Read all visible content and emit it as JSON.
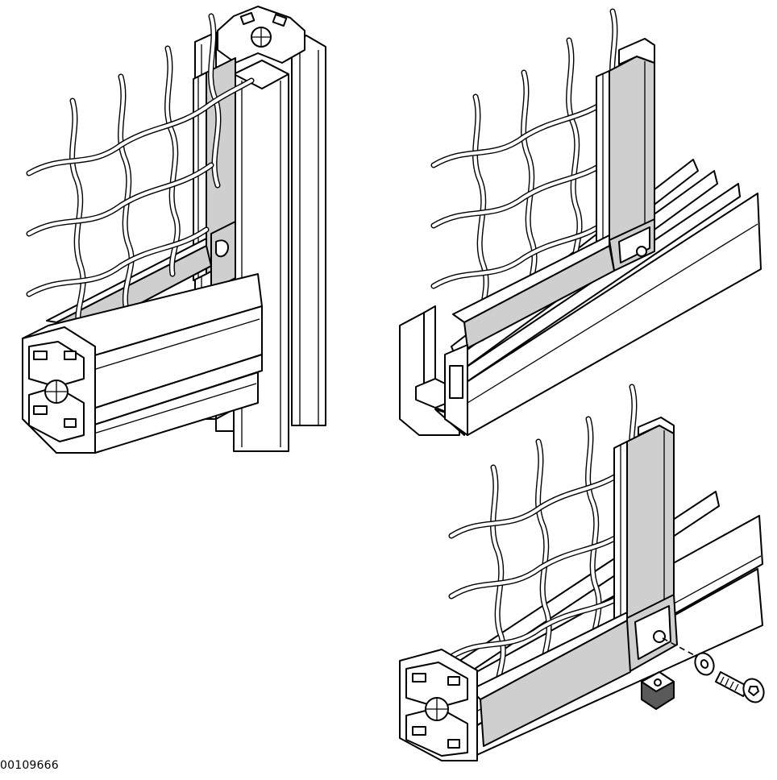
{
  "document": {
    "part_number": "00109666"
  },
  "views": [
    {
      "assembly": "mesh-panel-on-vertical-and-horizontal-profile"
    },
    {
      "assembly": "mesh-panel-on-floor-profile"
    },
    {
      "assembly": "mesh-panel-with-screw-fastening"
    }
  ],
  "colors": {
    "line": "#000000",
    "panel_fill": "#cfcfcf",
    "profile_fill": "#ffffff",
    "nut_fill": "#5a5a5a"
  }
}
